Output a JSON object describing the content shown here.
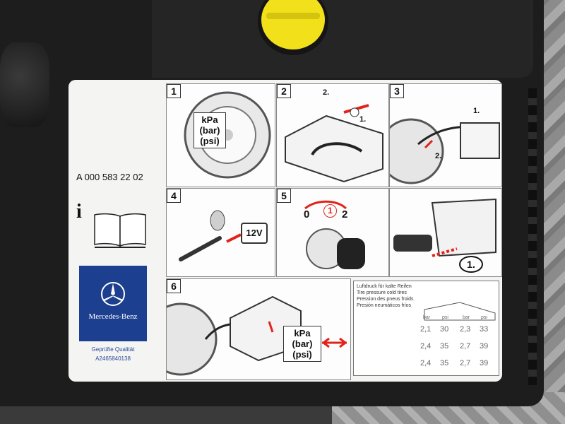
{
  "part_number": "A 000 583 22 02",
  "info_letter": "i",
  "brand": "Mercedes-Benz",
  "quality": "Geprüfte Qualität",
  "label_code": "A2465840138",
  "steps": [
    "1",
    "2",
    "3",
    "4",
    "5",
    "6"
  ],
  "pressure_units": {
    "kpa": "kPa",
    "bar": "(bar)",
    "psi": "(psi)"
  },
  "voltage": "12V",
  "order_marks": {
    "first": "1.",
    "second": "2.",
    "first_big": "1."
  },
  "ignition": {
    "left": "0",
    "middle": "1",
    "right": "2"
  },
  "table": {
    "heading_lines": [
      "Luftdruck für kalte Reifen",
      "Tire pressure cold tires",
      "Pression des pneus froids",
      "Presión neumáticos fríos"
    ],
    "unit_bar": "bar",
    "unit_psi": "psi",
    "rows": [
      [
        "2,1",
        "30",
        "2,3",
        "33"
      ],
      [
        "2,4",
        "35",
        "2,7",
        "39"
      ],
      [
        "2,4",
        "35",
        "2,7",
        "39"
      ]
    ]
  },
  "colors": {
    "brand_blue": "#1d3f8f",
    "cap_yellow": "#f2e11a",
    "accent_red": "#e2231a"
  }
}
